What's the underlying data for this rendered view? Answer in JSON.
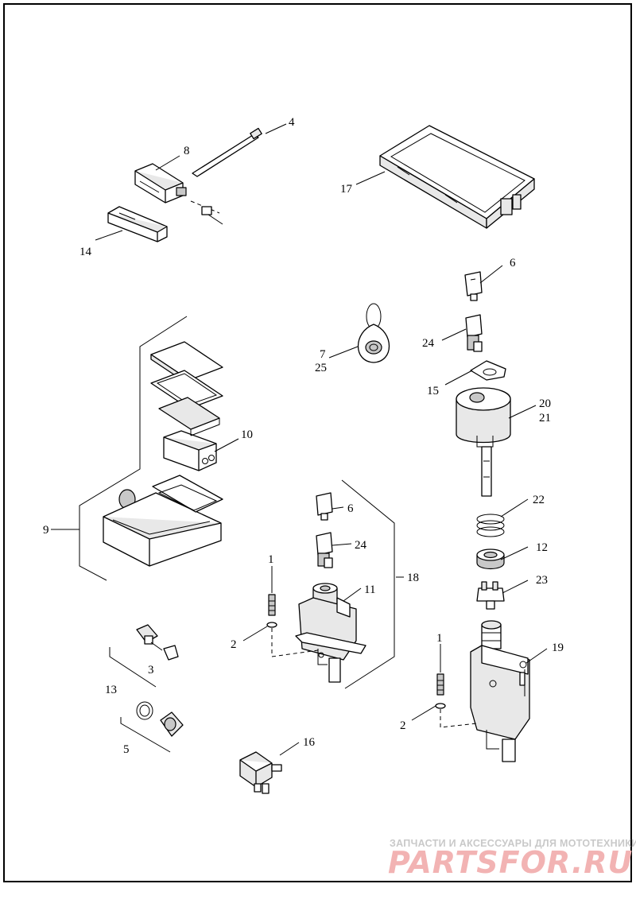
{
  "callouts": {
    "c1a": "1",
    "c1b": "1",
    "c2a": "2",
    "c2b": "2",
    "c3": "3",
    "c4": "4",
    "c5": "5",
    "c6a": "6",
    "c6b": "6",
    "c7": "7",
    "c25": "25",
    "c8": "8",
    "c9": "9",
    "c10": "10",
    "c11": "11",
    "c12": "12",
    "c13": "13",
    "c14": "14",
    "c15": "15",
    "c16": "16",
    "c17": "17",
    "c18": "18",
    "c19": "19",
    "c20": "20",
    "c21": "21",
    "c22": "22",
    "c23": "23",
    "c24a": "24",
    "c24b": "24"
  },
  "watermark": {
    "tagline": "ЗАПЧАСТИ И АКСЕССУАРЫ ДЛЯ МОТОТЕХНИКИ",
    "logo": "PARTSFOR.RU",
    "color": "#f2b3b3"
  }
}
